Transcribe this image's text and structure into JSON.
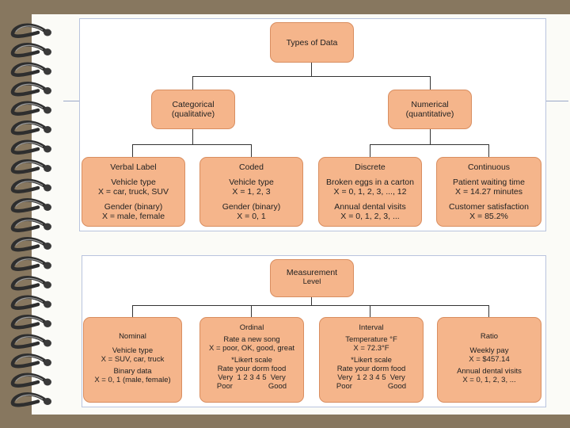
{
  "diagram1": {
    "root": "Types of Data",
    "level2": [
      {
        "lines": [
          "Categorical",
          "(qualitative)"
        ]
      },
      {
        "lines": [
          "Numerical",
          "(quantitative)"
        ]
      }
    ],
    "leaves": [
      {
        "title": "Verbal Label",
        "ex1": [
          "Vehicle type",
          "X = car, truck, SUV"
        ],
        "ex2": [
          "Gender (binary)",
          "X = male, female"
        ]
      },
      {
        "title": "Coded",
        "ex1": [
          "Vehicle type",
          "X = 1, 2, 3"
        ],
        "ex2": [
          "Gender (binary)",
          "X = 0, 1"
        ]
      },
      {
        "title": "Discrete",
        "ex1": [
          "Broken eggs in a carton",
          "X = 0, 1, 2, 3, ..., 12"
        ],
        "ex2": [
          "Annual dental visits",
          "X = 0, 1, 2, 3, ..."
        ]
      },
      {
        "title": "Continuous",
        "ex1": [
          "Patient waiting time",
          "X = 14.27 minutes"
        ],
        "ex2": [
          "Customer satisfaction",
          "X = 85.2%"
        ]
      }
    ]
  },
  "diagram2": {
    "root": [
      "Measurement",
      "Level"
    ],
    "leaves": [
      {
        "title": "Nominal",
        "lines": [
          "Vehicle type",
          "X = SUV, car, truck",
          "",
          "Binary data",
          "X = 0, 1 (male, female)"
        ]
      },
      {
        "title": "Ordinal",
        "lines": [
          "Rate a new song",
          "X = poor, OK, good, great",
          "",
          "*Likert scale",
          "Rate your dorm food",
          "Very  1 2 3 4 5  Very",
          "Poor                 Good"
        ]
      },
      {
        "title": "Interval",
        "lines": [
          "Temperature °F",
          "X = 72.3°F",
          "",
          "*Likert scale",
          "Rate your dorm food",
          "Very  1 2 3 4 5  Very",
          "Poor                 Good"
        ]
      },
      {
        "title": "Ratio",
        "lines": [
          "Weekly pay",
          "X = $457.14",
          "",
          "Annual dental visits",
          "X = 0, 1, 2, 3, ..."
        ]
      }
    ]
  },
  "colors": {
    "box_fill": "#f5b58b",
    "box_border": "#d98e60",
    "background": "#87775f",
    "paper": "#fbfbf7"
  }
}
